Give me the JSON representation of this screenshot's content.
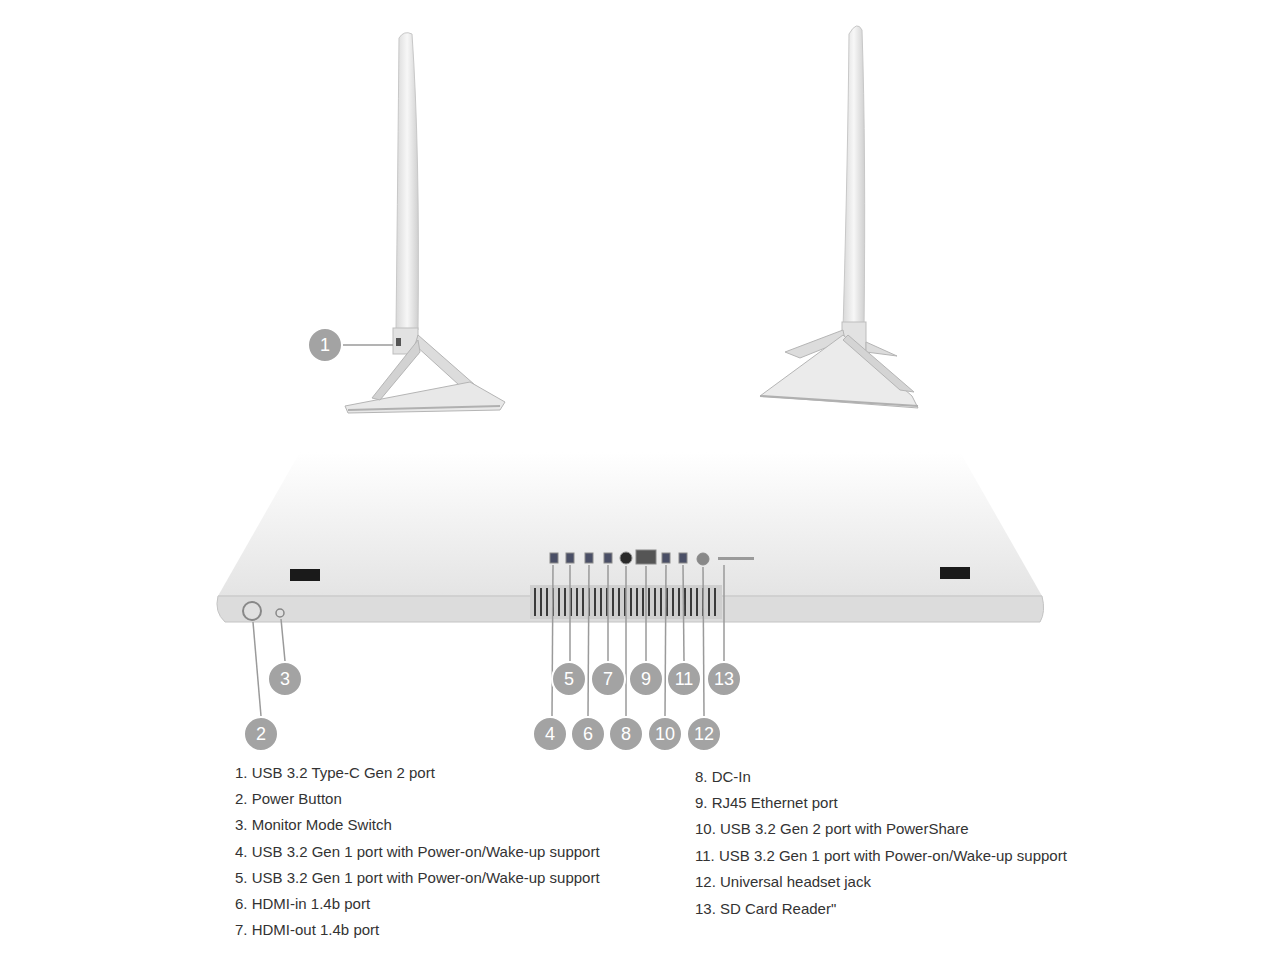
{
  "diagram": {
    "nodes": [
      {
        "text": [
          "1"
        ]
      },
      {
        "text": [
          "3"
        ]
      },
      {
        "text": [
          "5"
        ]
      },
      {
        "text": [
          "7"
        ]
      },
      {
        "text": [
          "9"
        ]
      },
      {
        "text": [
          "11"
        ]
      },
      {
        "text": [
          "13"
        ]
      },
      {
        "text": [
          "2"
        ]
      },
      {
        "text": [
          "4"
        ]
      },
      {
        "text": [
          "6"
        ]
      },
      {
        "text": [
          "8"
        ]
      },
      {
        "text": [
          "10"
        ]
      },
      {
        "text": [
          "12"
        ]
      }
    ],
    "labels": [
      "1. USB 3.2 Type-C Gen 2 port",
      "2. Power Button",
      "3. Monitor Mode Switch",
      "4. USB 3.2 Gen 1 port with Power-on/Wake-up support",
      "5. USB 3.2 Gen 1 port with Power-on/Wake-up support",
      "6. HDMI-in 1.4b port",
      "7. HDMI-out 1.4b port",
      "8. DC-In",
      "9. RJ45 Ethernet port",
      "10. USB 3.2 Gen 2 port with PowerShare",
      "11. USB 3.2 Gen 1 port with Power-on/Wake-up support",
      "12. Universal headset jack",
      "13. SD Card Reader\""
    ]
  }
}
